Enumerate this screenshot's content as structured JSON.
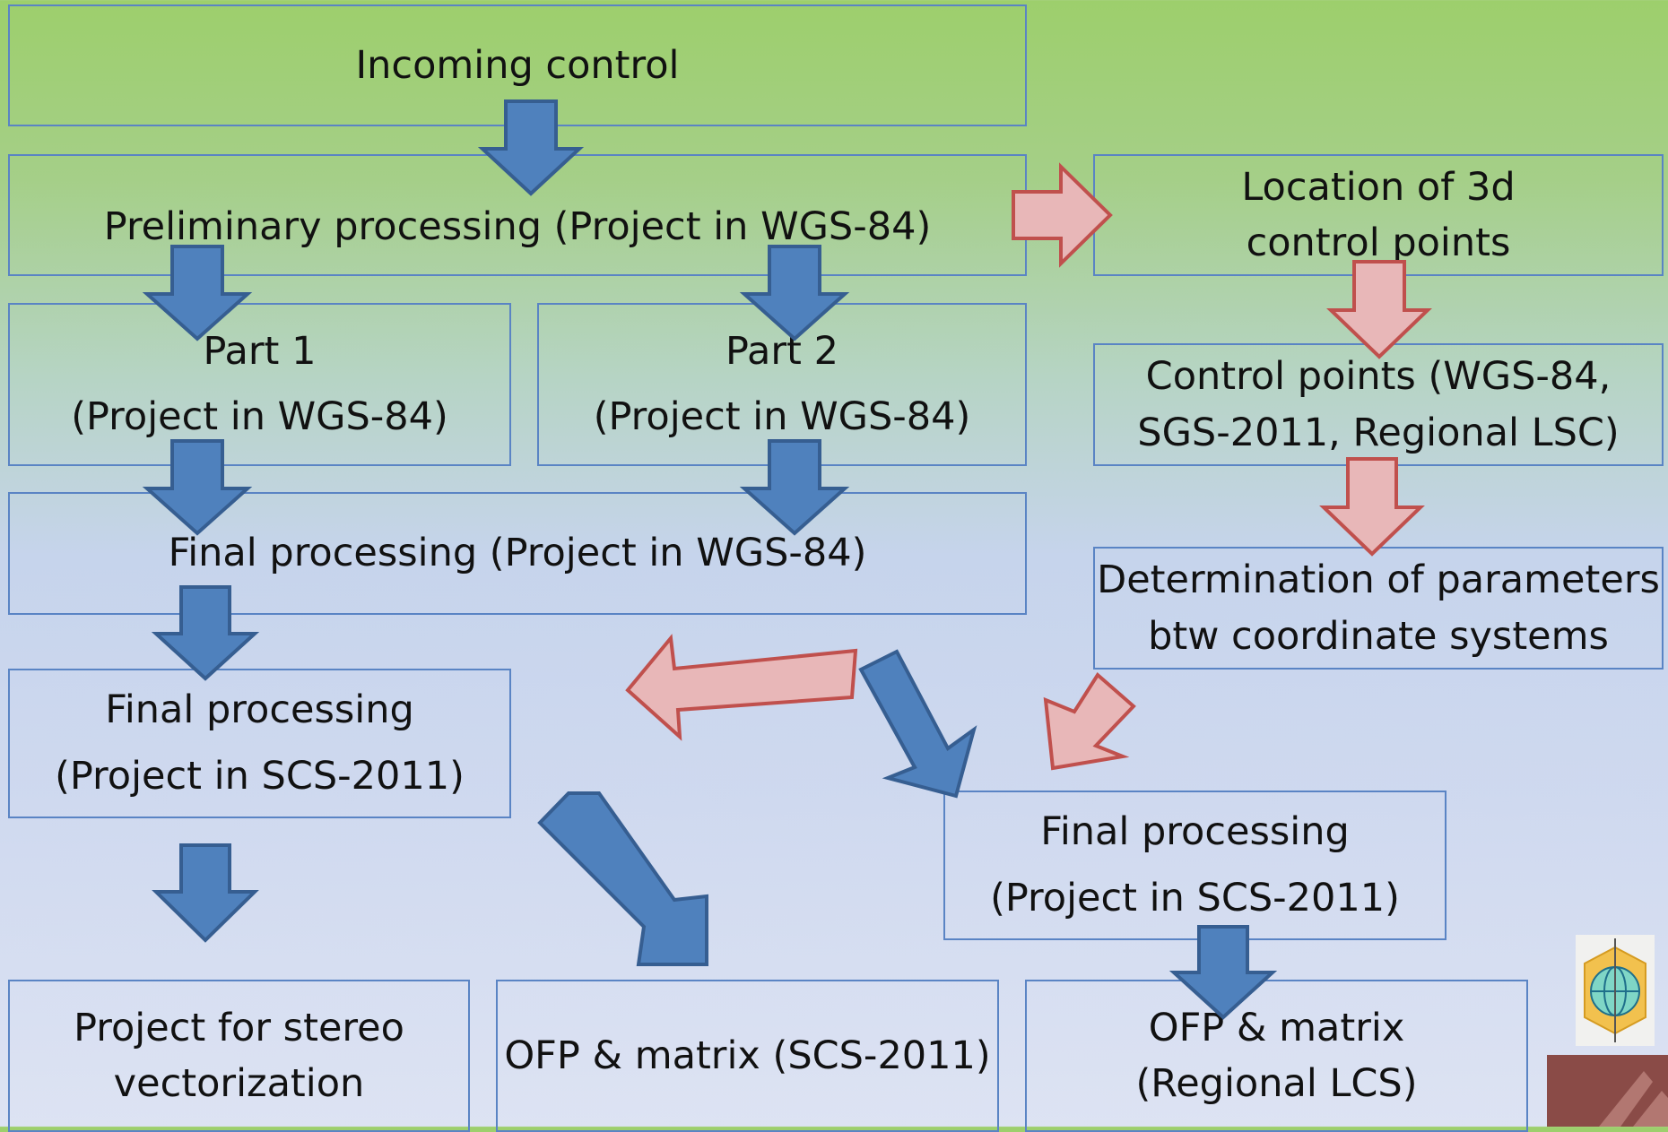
{
  "diagram": {
    "incoming": {
      "line1": "Incoming control"
    },
    "preliminary": {
      "line1": "Preliminary processing (Project in WGS-84)"
    },
    "location": {
      "line1": "Location of 3d",
      "line2": "control points"
    },
    "part1": {
      "line1": "Part 1",
      "line2": "(Project in WGS-84)"
    },
    "part2": {
      "line1": "Part 2",
      "line2": "(Project in WGS-84)"
    },
    "control_points": {
      "line1": "Control points (WGS-84,",
      "line2": "SGS-2011, Regional LSC)"
    },
    "final_wgs": {
      "line1": "Final processing (Project in WGS-84)"
    },
    "determination": {
      "line1": "Determination of parameters",
      "line2": "btw coordinate systems"
    },
    "final_scs_left": {
      "line1": "Final processing",
      "line2": "(Project in SCS-2011)"
    },
    "final_scs_right": {
      "line1": "Final processing",
      "line2": "(Project in SCS-2011)"
    },
    "stereo": {
      "line1": "Project for stereo",
      "line2": "vectorization"
    },
    "ofp_scs": {
      "line1": "OFP & matrix (SCS-2011)"
    },
    "ofp_regional": {
      "line1": "OFP & matrix",
      "line2": "(Regional LCS)"
    }
  },
  "colors": {
    "blue_arrow": "#4f81bd",
    "red_arrow_fill": "#e8b7b8",
    "red_arrow_stroke": "#c0504d",
    "box_border": "#5a84c4"
  }
}
